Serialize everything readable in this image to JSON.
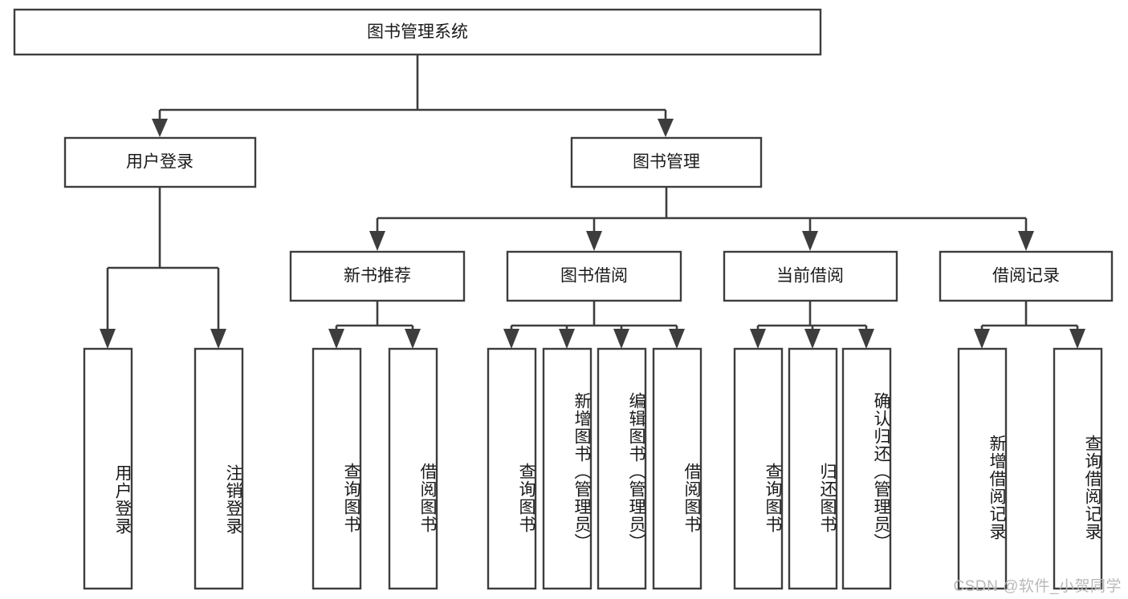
{
  "diagram": {
    "title": "图书管理系统",
    "type": "tree-hierarchy",
    "root": {
      "label": "图书管理系统"
    },
    "level2": [
      {
        "id": "user-login",
        "label": "用户登录"
      },
      {
        "id": "book-manage",
        "label": "图书管理"
      }
    ],
    "level3": [
      {
        "id": "new-book-recommend",
        "label": "新书推荐",
        "parent": "book-manage"
      },
      {
        "id": "book-borrow",
        "label": "图书借阅",
        "parent": "book-manage"
      },
      {
        "id": "current-borrow",
        "label": "当前借阅",
        "parent": "book-manage"
      },
      {
        "id": "borrow-record",
        "label": "借阅记录",
        "parent": "book-manage"
      }
    ],
    "leaves": {
      "user_login": [
        {
          "id": "leaf-user-login",
          "label": "用户登录"
        },
        {
          "id": "leaf-user-logout",
          "label": "注销登录"
        }
      ],
      "new_book_recommend": [
        {
          "id": "leaf-query-book-1",
          "label": "查询图书"
        },
        {
          "id": "leaf-borrow-book-1",
          "label": "借阅图书"
        }
      ],
      "book_borrow": [
        {
          "id": "leaf-query-book-2",
          "label": "查询图书"
        },
        {
          "id": "leaf-add-book",
          "label": "新增图书（管理员）"
        },
        {
          "id": "leaf-edit-book",
          "label": "编辑图书（管理员）"
        },
        {
          "id": "leaf-borrow-book-2",
          "label": "借阅图书"
        }
      ],
      "current_borrow": [
        {
          "id": "leaf-query-book-3",
          "label": "查询图书"
        },
        {
          "id": "leaf-return-book",
          "label": "归还图书"
        },
        {
          "id": "leaf-confirm-return",
          "label": "确认归还（管理员）"
        }
      ],
      "borrow_record": [
        {
          "id": "leaf-add-record",
          "label": "新增借阅记录"
        },
        {
          "id": "leaf-query-record",
          "label": "查询借阅记录"
        }
      ]
    },
    "colors": {
      "stroke": "#3d3d3d",
      "fill": "#ffffff",
      "text": "#1a1a1a",
      "watermark": "#b9b9b9",
      "background": "#ffffff"
    }
  },
  "watermark": {
    "text": "CSDN @软件_小贺同学"
  }
}
